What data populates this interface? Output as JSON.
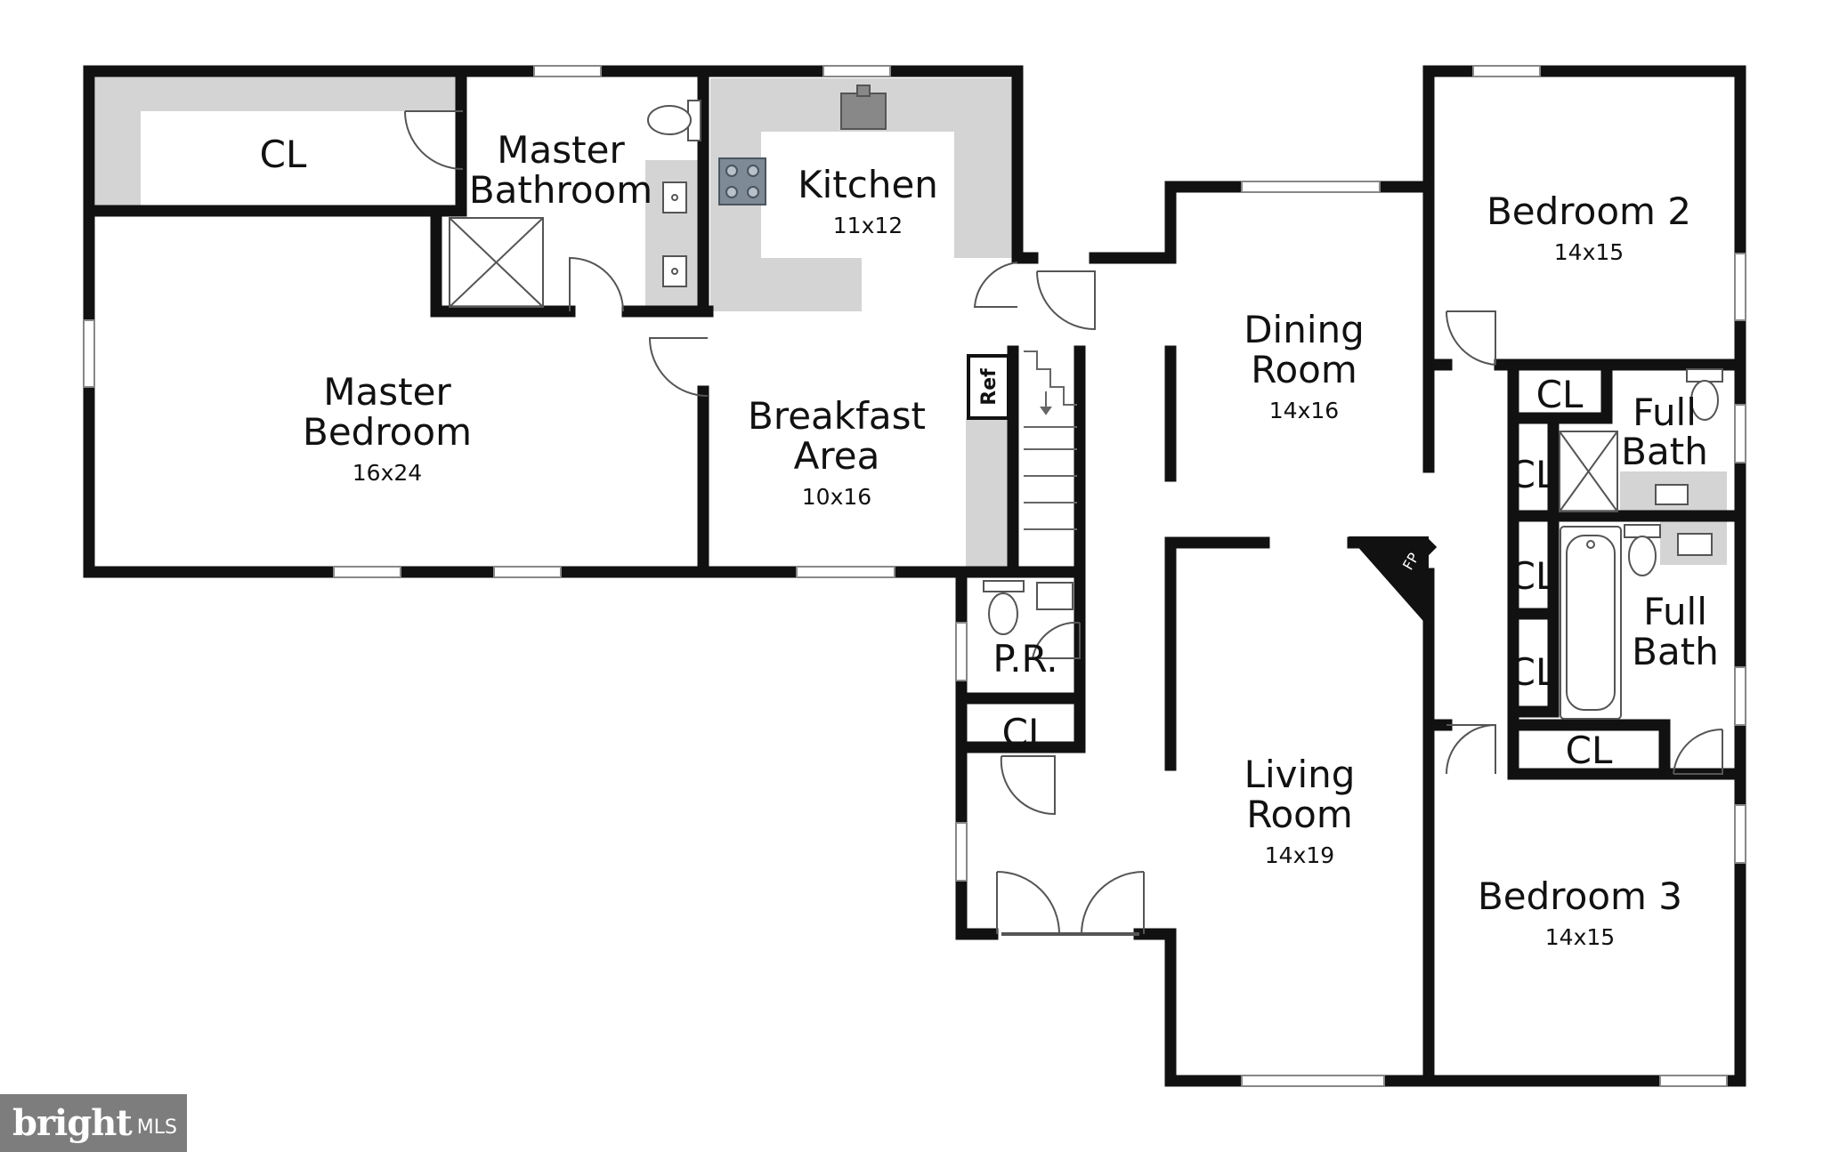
{
  "rooms": {
    "master_bedroom": {
      "name_l1": "Master",
      "name_l2": "Bedroom",
      "size": "16x24"
    },
    "master_bathroom": {
      "name_l1": "Master",
      "name_l2": "Bathroom"
    },
    "kitchen": {
      "name": "Kitchen",
      "size": "11x12"
    },
    "breakfast_area": {
      "name_l1": "Breakfast",
      "name_l2": "Area",
      "size": "10x16"
    },
    "dining_room": {
      "name_l1": "Dining",
      "name_l2": "Room",
      "size": "14x16"
    },
    "living_room": {
      "name_l1": "Living",
      "name_l2": "Room",
      "size": "14x19"
    },
    "bedroom_2": {
      "name": "Bedroom 2",
      "size": "14x15"
    },
    "bedroom_3": {
      "name": "Bedroom 3",
      "size": "14x15"
    },
    "full_bath_1": {
      "name_l1": "Full",
      "name_l2": "Bath"
    },
    "full_bath_2": {
      "name_l1": "Full",
      "name_l2": "Bath"
    },
    "powder_room": {
      "name": "P.R."
    }
  },
  "closets": {
    "label": "CL"
  },
  "fixtures": {
    "refrigerator": "Ref",
    "fireplace": "FP"
  },
  "watermark": {
    "brand": "bright",
    "suffix": "MLS"
  },
  "colors": {
    "wall": "#111111",
    "fixture_fill": "#d4d4d4",
    "watermark_bg": "#7d7d7d"
  }
}
